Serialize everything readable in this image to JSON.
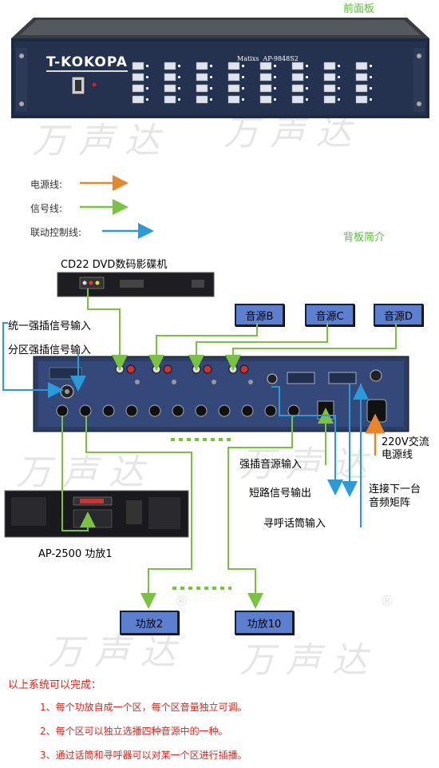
{
  "titles": {
    "front_panel": "前面板",
    "back_panel": "背板简介"
  },
  "legend": [
    {
      "label": "电源线:",
      "color": "#e8862a"
    },
    {
      "label": "信号线:",
      "color": "#7bc242"
    },
    {
      "label": "联动控制线:",
      "color": "#2a9ad8"
    }
  ],
  "front_device": {
    "brand": "T-KOKOPA",
    "model": "Matixs  AP-9848S2"
  },
  "dvd_label": "CD22 DVD数码影碟机",
  "sources": [
    "音源B",
    "音源C",
    "音源D"
  ],
  "left_inputs": [
    "统一强插信号输入",
    "分区强插信号输入"
  ],
  "right_labels": {
    "power": "220V交流\n电源线",
    "force_source": "强插音源输入",
    "short_out": "短路信号输出",
    "cascade": "连接下一台\n音频矩阵",
    "pager": "寻呼话筒输入"
  },
  "amp_label": "AP-2500 功放1",
  "amp_boxes": [
    "功放2",
    "功放10"
  ],
  "watermark": "万声达",
  "features": {
    "heading": "以上系统可以完成：",
    "items": [
      "1、每个功放自成一个区，每个区音量独立可调。",
      "2、每个区可以独立选播四种音源中的一种。",
      "3、通过话筒和寻呼器可以对某一个区进行插播。"
    ]
  }
}
